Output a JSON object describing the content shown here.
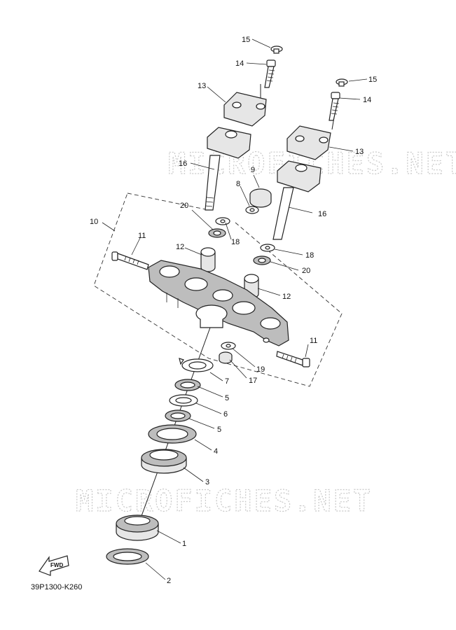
{
  "diagram": {
    "code": "39P1300-K260",
    "watermark": "MICROFICHES.NET",
    "fwd_label": "FWD",
    "callouts": {
      "c1": "1",
      "c2": "2",
      "c3": "3",
      "c4": "4",
      "c5a": "5",
      "c5b": "5",
      "c6": "6",
      "c7": "7",
      "c8": "8",
      "c9": "9",
      "c10": "10",
      "c11a": "11",
      "c11b": "11",
      "c12a": "12",
      "c12b": "12",
      "c13a": "13",
      "c13b": "13",
      "c14a": "14",
      "c14b": "14",
      "c15a": "15",
      "c15b": "15",
      "c16a": "16",
      "c16b": "16",
      "c17": "17",
      "c18a": "18",
      "c18b": "18",
      "c19": "19",
      "c20a": "20",
      "c20b": "20"
    }
  }
}
